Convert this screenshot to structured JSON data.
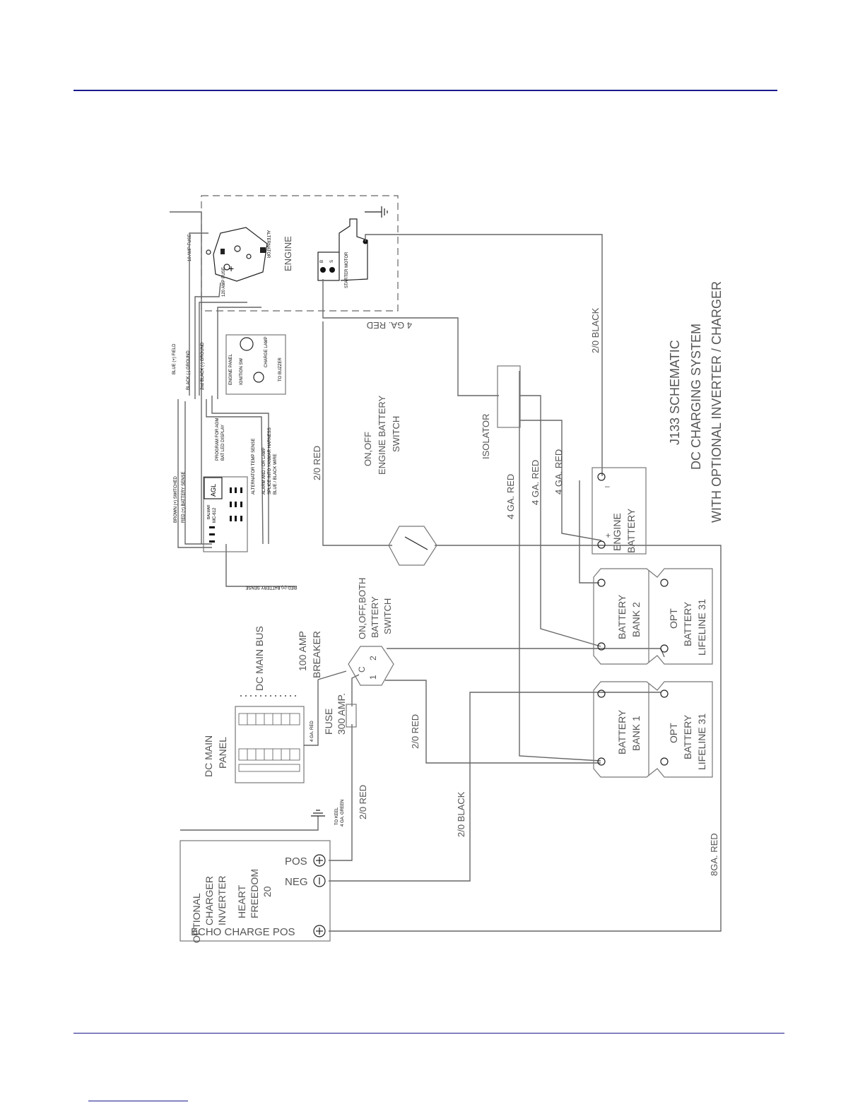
{
  "labels": {
    "engine": "ENGINE",
    "alternator": "ALTERNATOR",
    "starter_motor": "STARTER MOTOR",
    "starter_b": "B",
    "starter_s": "S",
    "fuse_10": "10 AMP FUSE",
    "fuse_120": "120 AMP FUSE",
    "alt_plus": "+",
    "blue_field": "BLUE (+) FIELD",
    "black_ground": "BLACK (-) GROUND",
    "black_ground_2": "2nd BLACK (-) GROUND",
    "engine_panel": "ENGINE PANEL",
    "ignition_sw": "IGNITION SW",
    "charge_lamp": "CHARGE LAMP",
    "to_buzzer": "TO BUZZER",
    "red_4ga": "4 GA. RED",
    "black_2_0_top": "2/0 BLACK",
    "brown_switched": "BROWN (+) SWITCHED",
    "red_battery_sense": "RED (+) BATTERY SENSE",
    "program": "PROGRAM FOR AGM",
    "batt_led": "BAT LED DISPLAY",
    "agl": "AGL",
    "balmar": "BALMAR",
    "mc612": "MC-612",
    "alt_temp": "ALTERNATOR TEMP SENSE",
    "alarm": "ALARM AND / OR LAMP",
    "splice": "SPLICE INTO YANMAR HARNESS",
    "blue_black": "BLUE / BLACK WIRE",
    "red_batt_sense_bottom": "RED (+) BATTERY SENSE",
    "isolator": "ISOLATOR",
    "red_2_0_a": "2/0 RED",
    "engine_switch_1": "ON,OFF",
    "engine_switch_2": "ENGINE BATTERY",
    "engine_switch_3": "SWITCH",
    "red_4ga_1": "4 GA. RED",
    "red_4ga_2": "4 GA. RED",
    "red_4ga_3": "4 GA. RED",
    "engine_battery_1": "ENGINE",
    "engine_battery_2": "BATTERY",
    "title_1": "J133 SCHEMATIC",
    "title_2": "DC CHARGING SYSTEM",
    "title_3": "WITH OPTIONAL INVERTER / CHARGER",
    "dc_main_bus": "DC MAIN BUS",
    "breaker_1": "100 AMP",
    "breaker_2": "BREAKER",
    "both_switch_1": "ON,OFF,BOTH",
    "both_switch_2": "BATTERY",
    "both_switch_3": "SWITCH",
    "bank2_1": "BATTERY",
    "bank2_2": "BANK 2",
    "opt_2_1": "OPT",
    "opt_2_2": "BATTERY",
    "opt_2_3": "LIFELINE 31",
    "bank1_1": "BATTERY",
    "bank1_2": "BANK 1",
    "opt_1_1": "OPT",
    "opt_1_2": "BATTERY",
    "opt_1_3": "LIFELINE 31",
    "dc_main_panel_1": "DC MAIN",
    "dc_main_panel_2": "PANEL",
    "panel_4ga": "4 GA. RED",
    "fuse_300_1": "FUSE",
    "fuse_300_2": "300 AMP.",
    "red_2_0_b": "2/0 RED",
    "red_2_0_c": "2/0 RED",
    "to_keel_1": "TO KEEL",
    "to_keel_2": "4 GA. GREEN",
    "black_2_0_bottom": "2/0 BLACK",
    "red_8ga": "8GA. RED",
    "charger_1": "OPTIONAL",
    "charger_2": "CHARGER",
    "charger_3": "INVERTER",
    "heart_1": "HEART",
    "heart_2": "FREEDOM",
    "heart_3": "20",
    "pos": "POS",
    "neg": "NEG",
    "echo": "ECHO CHARGE POS",
    "switch_c": "C",
    "switch_1": "1",
    "switch_2": "2",
    "plus": "+",
    "minus": "–"
  }
}
